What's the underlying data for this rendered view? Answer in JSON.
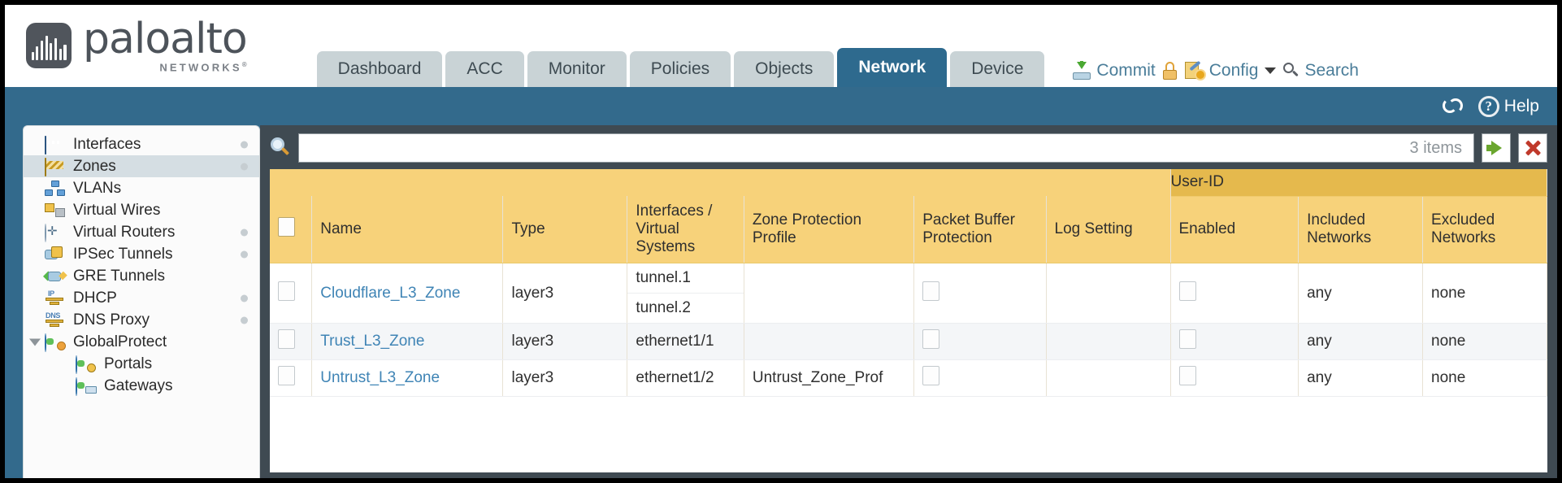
{
  "brand": {
    "name": "paloalto",
    "tagline": "NETWORKS",
    "registered": "®"
  },
  "header": {
    "tabs": [
      {
        "label": "Dashboard",
        "active": false
      },
      {
        "label": "ACC",
        "active": false
      },
      {
        "label": "Monitor",
        "active": false
      },
      {
        "label": "Policies",
        "active": false
      },
      {
        "label": "Objects",
        "active": false
      },
      {
        "label": "Network",
        "active": true
      },
      {
        "label": "Device",
        "active": false
      }
    ],
    "actions": {
      "commit": "Commit",
      "config": "Config",
      "search": "Search"
    },
    "toolbar": {
      "help": "Help"
    }
  },
  "sidebar": {
    "items": [
      {
        "label": "Interfaces",
        "icon": "interfaces-icon",
        "selected": false,
        "dot": true,
        "child": false,
        "expander": false
      },
      {
        "label": "Zones",
        "icon": "zones-icon",
        "selected": true,
        "dot": true,
        "child": false,
        "expander": false
      },
      {
        "label": "VLANs",
        "icon": "vlans-icon",
        "selected": false,
        "dot": false,
        "child": false,
        "expander": false
      },
      {
        "label": "Virtual Wires",
        "icon": "virtual-wires-icon",
        "selected": false,
        "dot": false,
        "child": false,
        "expander": false
      },
      {
        "label": "Virtual Routers",
        "icon": "virtual-routers-icon",
        "selected": false,
        "dot": true,
        "child": false,
        "expander": false
      },
      {
        "label": "IPSec Tunnels",
        "icon": "ipsec-tunnels-icon",
        "selected": false,
        "dot": true,
        "child": false,
        "expander": false
      },
      {
        "label": "GRE Tunnels",
        "icon": "gre-tunnels-icon",
        "selected": false,
        "dot": false,
        "child": false,
        "expander": false
      },
      {
        "label": "DHCP",
        "icon": "dhcp-icon",
        "selected": false,
        "dot": true,
        "child": false,
        "expander": false
      },
      {
        "label": "DNS Proxy",
        "icon": "dns-proxy-icon",
        "selected": false,
        "dot": true,
        "child": false,
        "expander": false
      },
      {
        "label": "GlobalProtect",
        "icon": "globalprotect-icon",
        "selected": false,
        "dot": false,
        "child": false,
        "expander": true
      },
      {
        "label": "Portals",
        "icon": "portals-icon",
        "selected": false,
        "dot": false,
        "child": true,
        "expander": false
      },
      {
        "label": "Gateways",
        "icon": "gateways-icon",
        "selected": false,
        "dot": false,
        "child": true,
        "expander": false
      }
    ]
  },
  "search": {
    "value": "",
    "placeholder": "",
    "item_count": "3 items"
  },
  "table": {
    "group_header": "User-ID",
    "columns": [
      "Name",
      "Type",
      "Interfaces / Virtual Systems",
      "Zone Protection Profile",
      "Packet Buffer Protection",
      "Log Setting",
      "Enabled",
      "Included Networks",
      "Excluded Networks"
    ],
    "rows": [
      {
        "name": "Cloudflare_L3_Zone",
        "type": "layer3",
        "interfaces": [
          "tunnel.1",
          "tunnel.2"
        ],
        "zone_protection_profile": "",
        "packet_buffer_protection": false,
        "log_setting": "",
        "enabled": false,
        "included_networks": "any",
        "excluded_networks": "none",
        "selected": false
      },
      {
        "name": "Trust_L3_Zone",
        "type": "layer3",
        "interfaces": [
          "ethernet1/1"
        ],
        "zone_protection_profile": "",
        "packet_buffer_protection": false,
        "log_setting": "",
        "enabled": false,
        "included_networks": "any",
        "excluded_networks": "none",
        "selected": false
      },
      {
        "name": "Untrust_L3_Zone",
        "type": "layer3",
        "interfaces": [
          "ethernet1/2"
        ],
        "zone_protection_profile": "Untrust_Zone_Prof",
        "packet_buffer_protection": false,
        "log_setting": "",
        "enabled": false,
        "included_networks": "any",
        "excluded_networks": "none",
        "selected": false
      }
    ]
  },
  "colors": {
    "brand_blue": "#336a8c",
    "active_tab": "#2e6a8e",
    "header_amber": "#f7d27a",
    "group_amber": "#e5b94d",
    "link_blue": "#3f84b5"
  }
}
